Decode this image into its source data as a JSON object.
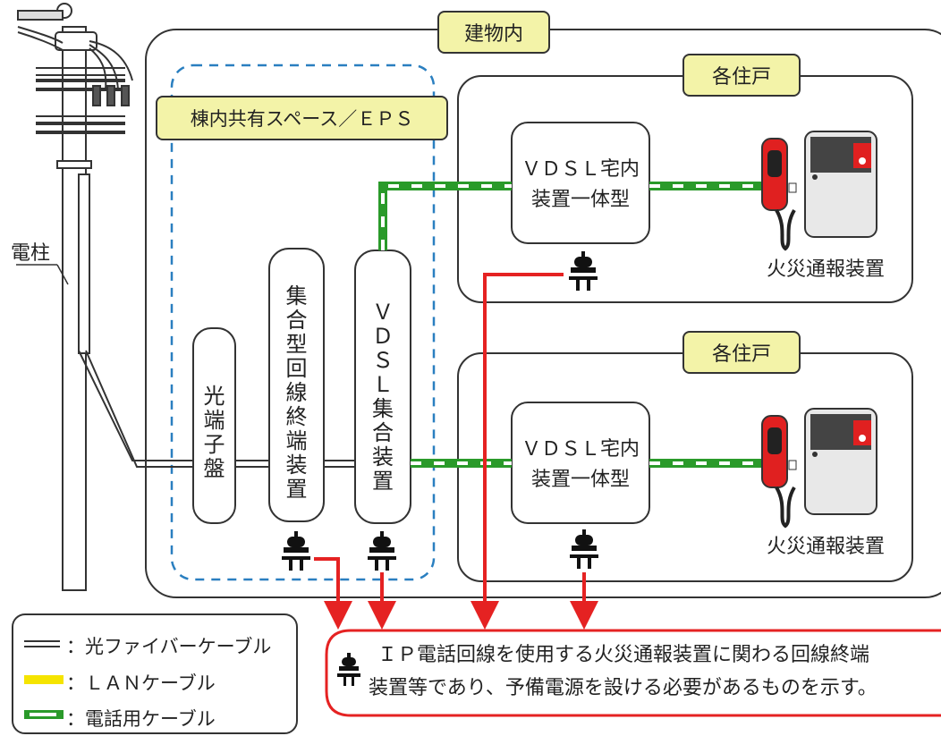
{
  "labels": {
    "building": "建物内",
    "unit_top": "各住戸",
    "unit_bottom": "各住戸",
    "eps": "棟内共有スペース／ＥＰＳ",
    "pole": "電柱",
    "optical_panel": "光端子盤",
    "onu": "集合型回線終端装置",
    "vdsl_concentrator": "ＶＤＳＬ集合装置",
    "vdsl_home_top_1": "ＶＤＳＬ宅内",
    "vdsl_home_top_2": "装置一体型",
    "vdsl_home_bottom_1": "ＶＤＳＬ宅内",
    "vdsl_home_bottom_2": "装置一体型",
    "alarm_top": "火災通報装置",
    "alarm_bottom": "火災通報装置",
    "alarm_device_title": "火災通報装置"
  },
  "legend": {
    "fiber": "：光ファイバーケーブル",
    "lan": "：ＬＡＮケーブル",
    "phone": "：電話用ケーブル"
  },
  "note": {
    "line1": "ＩＰ電話回線を使用する火災通報装置に関わる回線終端",
    "line2": "装置等であり、予備電源を設ける必要があるものを示す。"
  },
  "colors": {
    "fiber": "#333333",
    "lan": "#f5e400",
    "phone": "#2a9a2a",
    "power_line": "#e52222",
    "label_bg": "#f3f3a8",
    "eps_border": "#2a7fc0",
    "alarm_red": "#e02020"
  },
  "icons": [
    "plug-icon",
    "telephone-handset-icon",
    "utility-pole-icon"
  ]
}
